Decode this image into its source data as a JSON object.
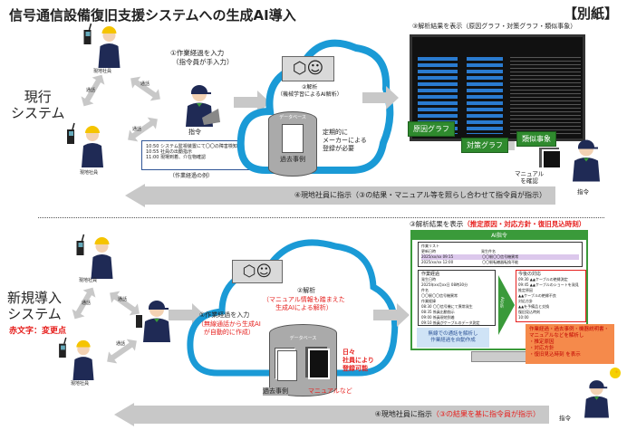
{
  "title": "信号通信設備復旧支援システムへの生成AI導入",
  "attachment_label": "【別紙】",
  "current": {
    "section_label": "現行\nシステム",
    "field_worker_label": "現地社員",
    "call_label": "通話",
    "dispatcher_label": "指令",
    "step1": "①作業経過を入力",
    "step1_sub": "（指令員が手入力）",
    "log_lines": [
      "10:50  システム監視装置にて〇〇の障害検知",
      "10:55  社員の出動指示",
      "11:00  現場到着、介在物確認"
    ],
    "log_caption": "（作業経過の例）",
    "step2": "②解析",
    "step2_sub": "（機械学習によるAI解析）",
    "db_title": "データベース",
    "db_item": "過去事例",
    "db_note": "定期的に\nメーカーによる\n登録が必要",
    "step3": "③解析結果を表示（原因グラフ・対策グラフ・類似事象）",
    "tag_cause": "原因グラフ",
    "tag_measure": "対策グラフ",
    "tag_similar": "類似事象",
    "manual_check": "マニュアル\nを確認",
    "step4": "④現地社員に指示（③の結果・マニュアル等を照らし合わせて指令員が指示）"
  },
  "new": {
    "section_label": "新規導入\nシステム",
    "legend": "赤文字：変更点",
    "field_worker_label": "現地社員",
    "call_label": "通話",
    "dispatcher_label": "指令",
    "step1": "①作業経過を入力",
    "step1_sub": "（無線通話から生成AI\nが自動的に作成）",
    "step2": "②解析",
    "step2_sub": "（マニュアル情報も踏まえた\n生成AIによる解析）",
    "db_title": "データベース",
    "db_item": "過去事例",
    "db_manual": "マニュアルなど",
    "db_note": "日々\n社員により\n登録可能",
    "step3_prefix": "③解析結果を表示",
    "step3_red": "（推定原因・対応方針・復旧見込時刻）",
    "screen": {
      "header": "AI指令",
      "list_title": "作業リスト",
      "col_time": "更新日時",
      "col_name": "発生件名",
      "rows": [
        [
          "2025/xx/xx 09:15",
          "〇〇駅〇〇信号機異常"
        ],
        [
          "2025/xx/xx 12:00",
          "〇〇駅転轍器転換不能"
        ]
      ],
      "progress_title": "作業経過",
      "progress_lines": [
        "発生日時",
        "2025年xx月xx日 08時30分",
        "件名",
        "〇〇駅〇〇信号機異常",
        "作業経緯",
        "08:30 〇〇信号機にて異常発生",
        "08:35 係員出動指示",
        "09:00 係員現地到着",
        "09:10 係員がケーブルのデータ測定"
      ],
      "arrow_label": "AI分析",
      "future_title": "今後の対応",
      "future_lines": [
        "09:30  ▲▲ケーブルの絶縁測定",
        "09:45  ▲▲ケーブルのショートを発見",
        "推定原因",
        "▲▲ケーブルの絶縁不良",
        "対応方針",
        "▲▲を予備品と交換",
        "復旧見込時刻",
        "10:00"
      ],
      "blue_callout": "無線での通話を解析し\n作業経過を自動作成",
      "orange_callout_lines": [
        "作業経過・過去事例・機器説明書・",
        "マニュアルなどを解析し",
        "・推定原因",
        "・対応方針",
        "・復旧見込時刻 を表示"
      ]
    },
    "step4_prefix": "④現地社員に指示",
    "step4_red": "（③の結果を基に指令員が指示）"
  },
  "colors": {
    "cloud": "#1a9ad6",
    "accent_red": "#e6201e",
    "tag_green": "#2f8a2e",
    "arrow_grey": "#c8c8c8",
    "callout_orange": "#f58a4b",
    "callout_blue": "#cfe3f6"
  }
}
